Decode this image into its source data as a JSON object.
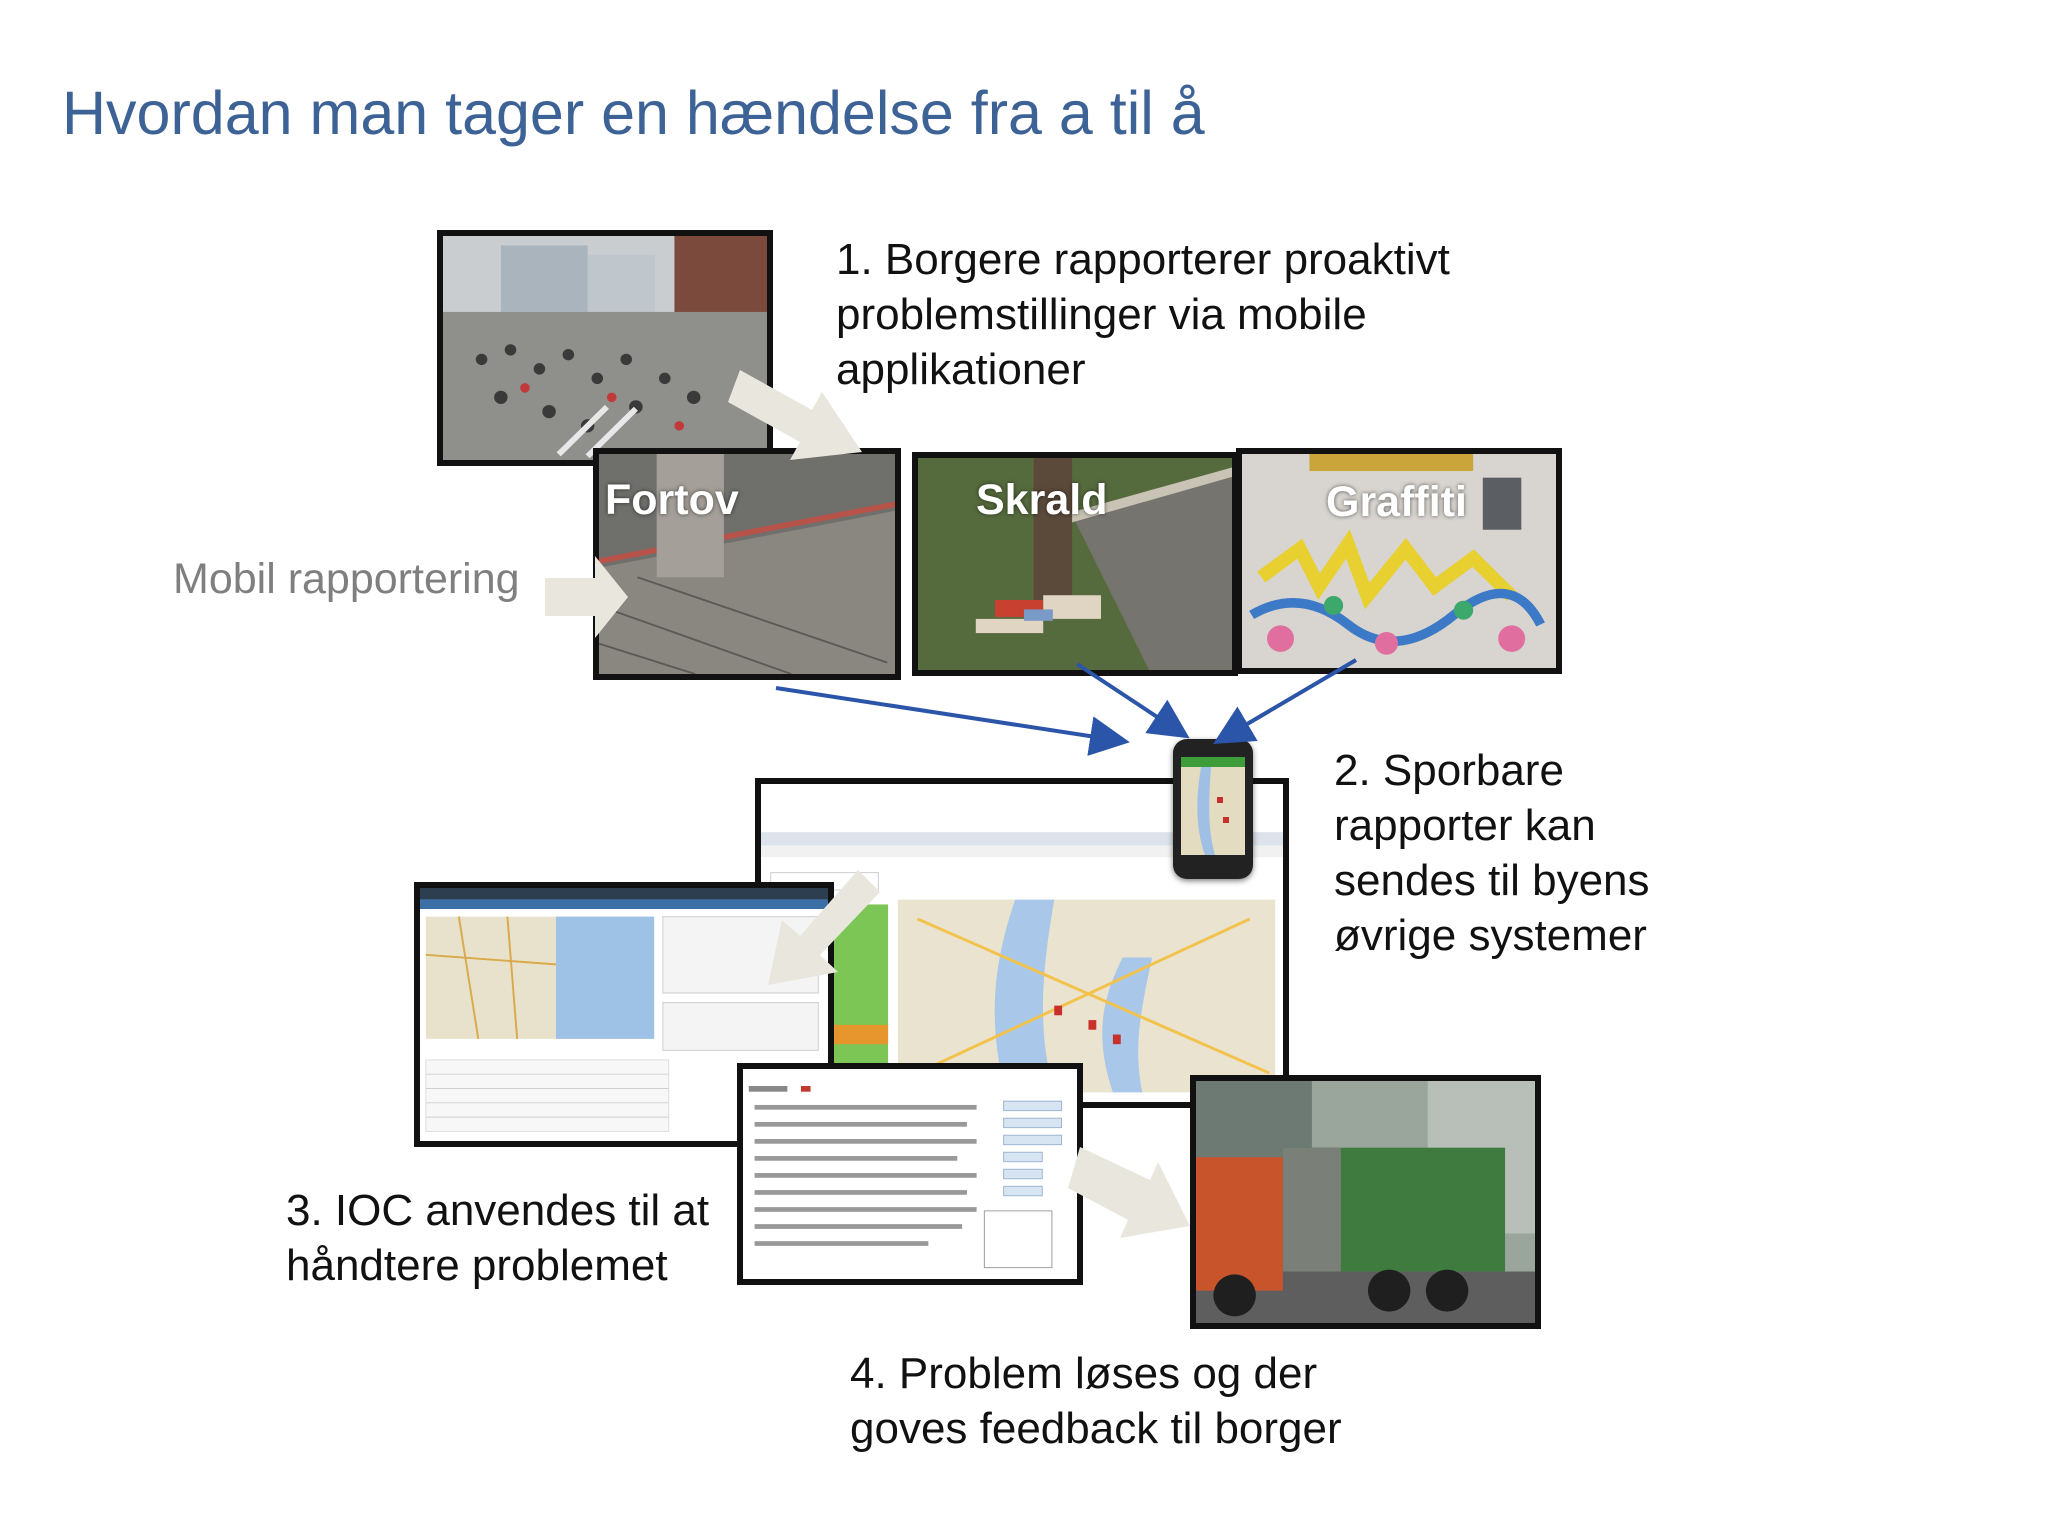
{
  "title": "Hvordan man tager en hændelse fra a til å",
  "steps": {
    "step1": [
      "1. Borgere rapporterer proaktivt",
      "problemstillinger via mobile",
      "applikationer"
    ],
    "step2": [
      "2. Sporbare",
      "rapporter kan",
      "sendes til byens",
      "øvrige systemer"
    ],
    "step3": [
      "3. IOC anvendes til at",
      "håndtere problemet"
    ],
    "step4": [
      "4. Problem løses og der",
      "goves feedback til borger"
    ]
  },
  "side_label": "Mobil rapportering",
  "photo_labels": {
    "fortov": "Fortov",
    "skrald": "Skrald",
    "graffiti": "Graffiti"
  },
  "colors": {
    "title": "#3d6296",
    "flow_arrow": "#2b55a8",
    "block_arrow": "#e9e7dd"
  }
}
